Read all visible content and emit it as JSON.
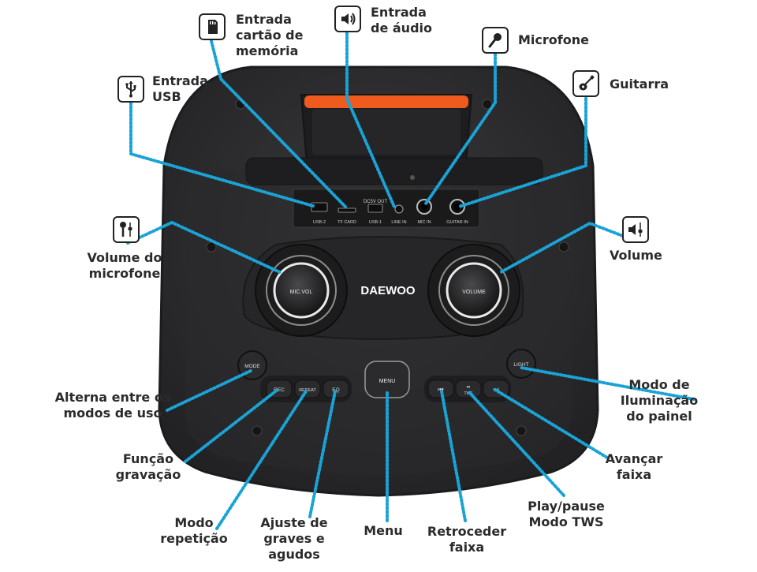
{
  "brand": "DAEWOO",
  "colors": {
    "leader": "#1aa3d6",
    "body": "#2f2f31",
    "handle_accent": "#ef5a1f",
    "label": "#2b2b2b"
  },
  "ports": [
    "USB-2",
    "TF CARD",
    "USB-1",
    "LINE IN",
    "MIC IN",
    "GUITAR IN"
  ],
  "port_header": "DC5V OUT",
  "knobs": {
    "left": "MIC.VOL",
    "right": "VOLUME"
  },
  "buttons": {
    "mode": "MODE",
    "rec": "REC",
    "repeat": "REPEAT",
    "eq": "EQ",
    "menu": "MENU",
    "light": "LIGHT",
    "tws": "TWS"
  },
  "labels": {
    "entrada_cartao": "Entrada\ncartão de\nmemória",
    "entrada_audio": "Entrada\nde áudio",
    "microfone": "Microfone",
    "entrada_usb": "Entrada\nUSB",
    "guitarra": "Guitarra",
    "volume_microfone": "Volume do\nmicrofone",
    "volume": "Volume",
    "alterna_modos": "Alterna entre os\nmodos de uso",
    "modo_iluminacao": "Modo de\nIluminação\ndo painel",
    "funcao_gravacao": "Função\ngravação",
    "avancar_faixa": "Avançar\nfaixa",
    "modo_repeticao": "Modo\nrepetição",
    "ajuste_graves": "Ajuste de\ngraves e\nagudos",
    "menu": "Menu",
    "retroceder_faixa": "Retroceder\nfaixa",
    "play_pause": "Play/pause\nModo TWS"
  },
  "icons": {
    "entrada_cartao": "sd-card-icon",
    "entrada_audio": "speaker-icon",
    "microfone": "microphone-icon",
    "entrada_usb": "usb-icon",
    "guitarra": "guitar-icon",
    "volume_microfone": "microphone-volume-icon",
    "volume": "speaker-volume-icon"
  }
}
